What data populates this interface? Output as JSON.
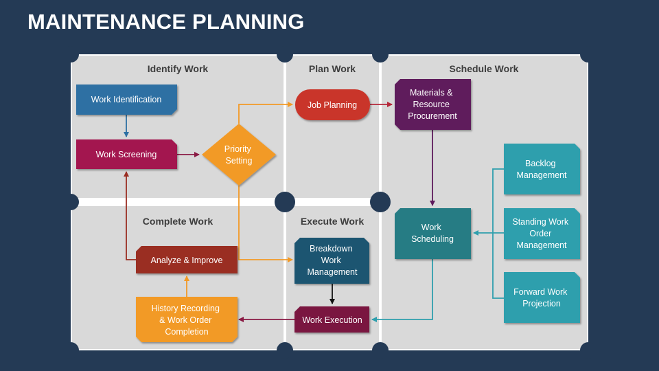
{
  "title": "MAINTENANCE PLANNING",
  "sections": {
    "identify": "Identify Work",
    "plan": "Plan Work",
    "schedule": "Schedule Work",
    "complete": "Complete Work",
    "execute": "Execute Work"
  },
  "nodes": {
    "work_identification": [
      "Work Identification"
    ],
    "work_screening": [
      "Work Screening"
    ],
    "priority_setting": [
      "Priority",
      "Setting"
    ],
    "job_planning": [
      "Job Planning"
    ],
    "materials_procurement": [
      "Materials &",
      "Resource",
      "Procurement"
    ],
    "backlog_management": [
      "Backlog",
      "Management"
    ],
    "standing_work_order": [
      "Standing Work",
      "Order",
      "Management"
    ],
    "forward_work_projection": [
      "Forward Work",
      "Projection"
    ],
    "work_scheduling": [
      "Work",
      "Scheduling"
    ],
    "breakdown_work_management": [
      "Breakdown",
      "Work",
      "Management"
    ],
    "work_execution": [
      "Work Execution"
    ],
    "analyze_improve": [
      "Analyze & Improve"
    ],
    "history_recording": [
      "History Recording",
      "& Work Order",
      "Completion"
    ]
  },
  "colors": {
    "background": "#243a55",
    "panel": "#d9d9d9",
    "blue": "#2d6fa3",
    "magenta": "#a3174f",
    "orange": "#f29a27",
    "red": "#c9362b",
    "purple": "#5e1a5c",
    "teal": "#2f9fad",
    "dark_teal": "#277c84",
    "dark_blue": "#1f5571",
    "wine": "#7a1840",
    "brick": "#9a2d22"
  }
}
